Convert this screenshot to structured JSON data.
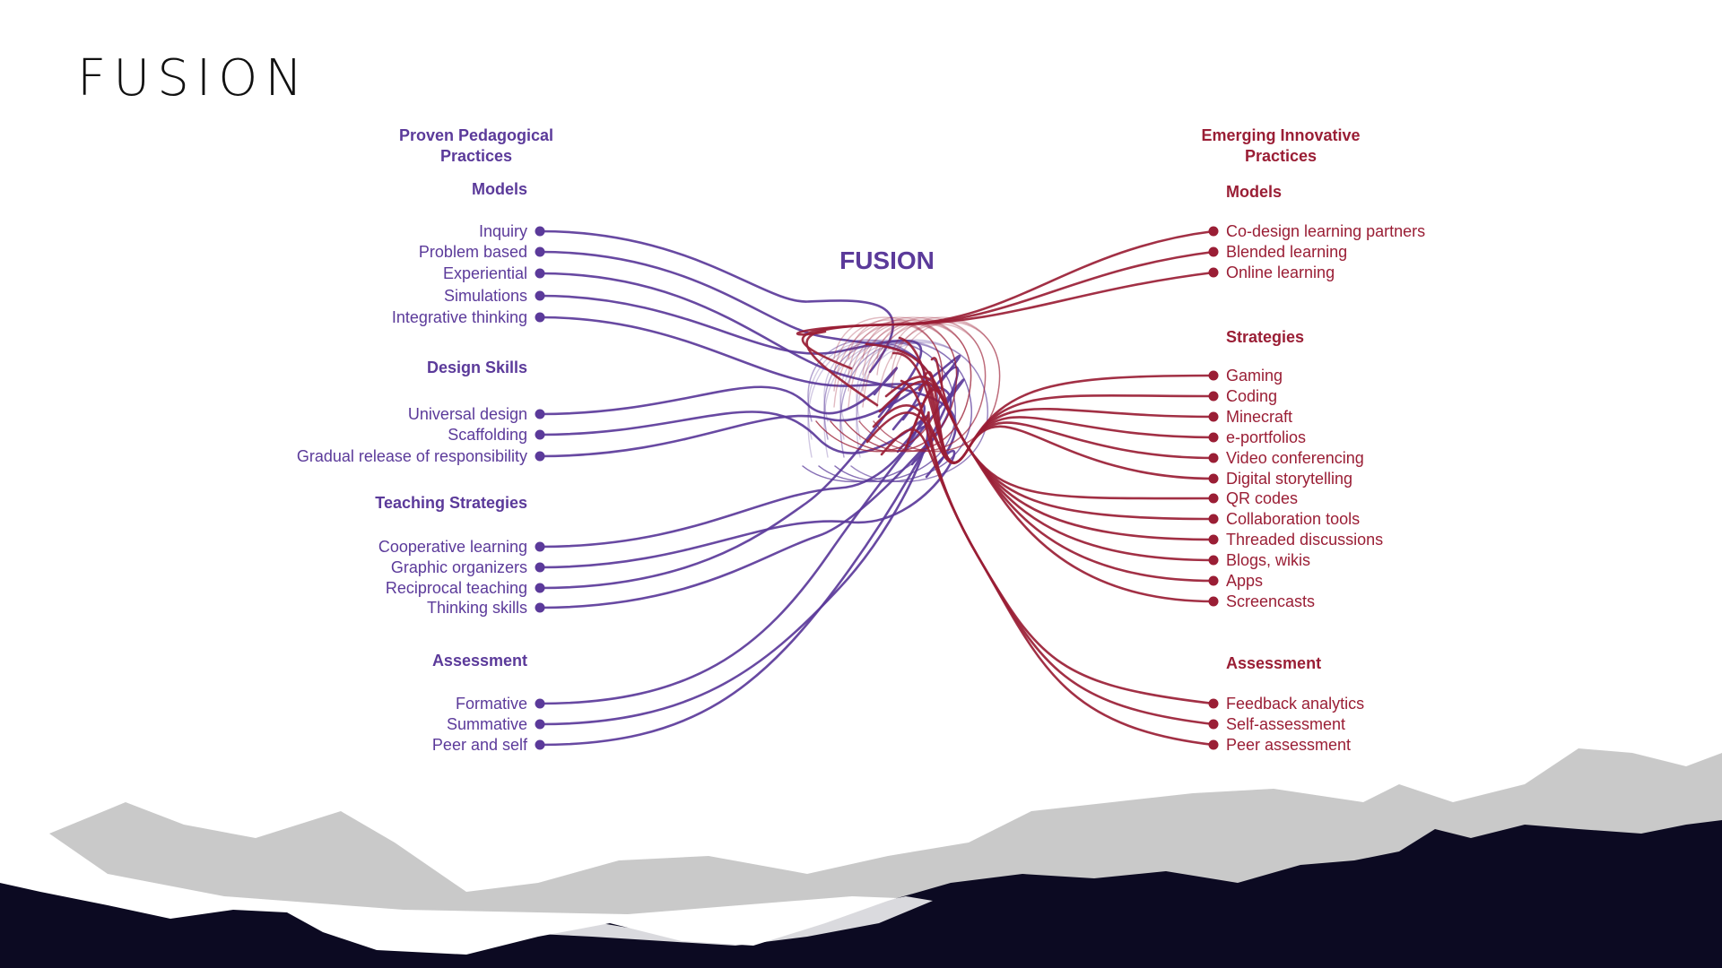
{
  "slide": {
    "title": "FUSION"
  },
  "diagram": {
    "center_title": "FUSION",
    "colors": {
      "left": "#5b3a9a",
      "right": "#9a1e35",
      "mountain_dark": "#0c0a22",
      "mountain_gray": "#c9c9c9"
    },
    "left": {
      "heading": [
        "Proven Pedagogical",
        "Practices"
      ],
      "groups": [
        {
          "title": "Models",
          "items": [
            "Inquiry",
            "Problem based",
            "Experiential",
            "Simulations",
            "Integrative thinking"
          ]
        },
        {
          "title": "Design Skills",
          "items": [
            "Universal design",
            "Scaffolding",
            "Gradual release of responsibility"
          ]
        },
        {
          "title": "Teaching Strategies",
          "items": [
            "Cooperative learning",
            "Graphic organizers",
            "Reciprocal teaching",
            "Thinking skills"
          ]
        },
        {
          "title": "Assessment",
          "items": [
            "Formative",
            "Summative",
            "Peer and self"
          ]
        }
      ]
    },
    "right": {
      "heading": [
        "Emerging Innovative",
        "Practices"
      ],
      "groups": [
        {
          "title": "Models",
          "items": [
            "Co-design learning partners",
            "Blended learning",
            "Online learning"
          ]
        },
        {
          "title": "Strategies",
          "items": [
            "Gaming",
            "Coding",
            "Minecraft",
            "e-portfolios",
            "Video conferencing",
            "Digital storytelling",
            "QR codes",
            "Collaboration tools",
            "Threaded discussions",
            "Blogs, wikis",
            "Apps",
            "Screencasts"
          ]
        },
        {
          "title": "Assessment",
          "items": [
            "Feedback analytics",
            "Self-assessment",
            "Peer assessment"
          ]
        }
      ]
    }
  }
}
